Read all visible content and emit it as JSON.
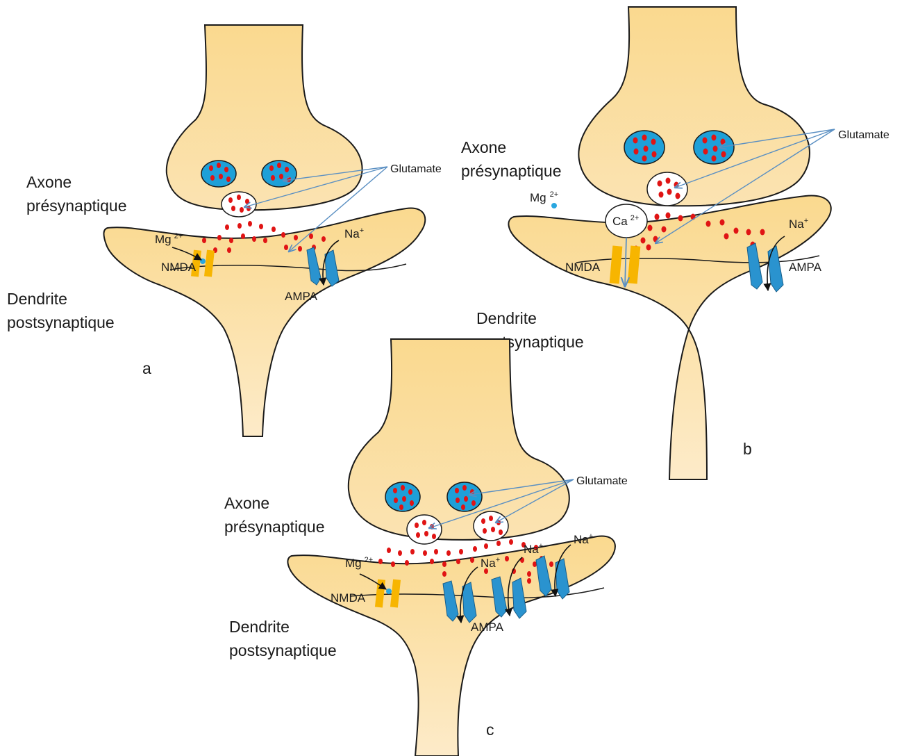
{
  "colors": {
    "cell_fill": "#fad98f",
    "cell_fill_light": "#fde8bd",
    "vesicle_blue": "#1ea0d8",
    "glutamate_red": "#e01414",
    "nmda_orange": "#f7b500",
    "ampa_blue": "#2a93cf",
    "pointer_blue": "#5a8fc2",
    "magnesium_dot": "#2aa7e0"
  },
  "labels": {
    "glutamate": "Glutamate",
    "axon_line1": "Axone",
    "axon_line2": "présynaptique",
    "dendrite_line1": "Dendrite",
    "dendrite_line2": "postsynaptique",
    "nmda": "NMDA",
    "ampa": "AMPA",
    "mg": "Mg",
    "ca": "Ca",
    "two_plus": "2+",
    "na": "Na",
    "plus": "+"
  },
  "panels": [
    {
      "id": "a",
      "letter": "a"
    },
    {
      "id": "b",
      "letter": "b"
    },
    {
      "id": "c",
      "letter": "c"
    }
  ]
}
